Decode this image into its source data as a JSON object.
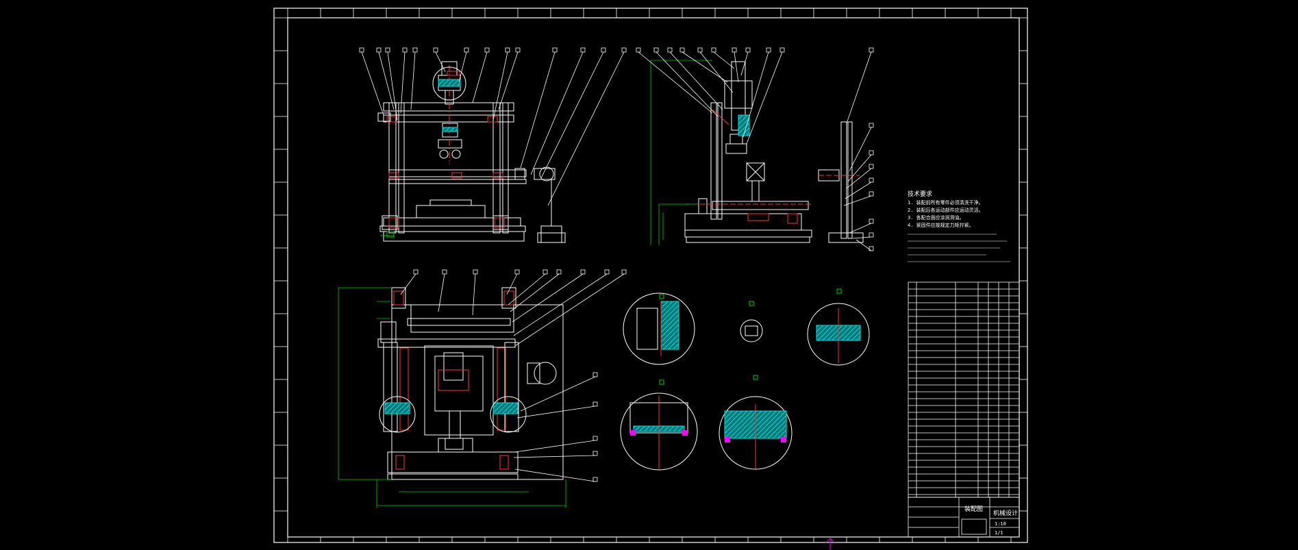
{
  "document": {
    "title": "机械手装配图",
    "tech_requirements": {
      "heading": "技术要求",
      "lines": [
        "1. 装配前所有零件必须清洗干净。",
        "2. 装配后各运动部件应运动灵活。",
        "3. 各配合面应涂润滑油。",
        "4. 紧固件应按规定力矩拧紧。"
      ]
    },
    "title_block": {
      "drawing_name": "装配图",
      "company": "机械设计",
      "scale": "1:10",
      "sheet": "1/1"
    }
  },
  "colors": {
    "background": "#000000",
    "line": "#ffffff",
    "hatch": "#00cccc",
    "hidden": "#ff3333",
    "dimension": "#00cc00",
    "center": "#cc0000",
    "accent": "#ff00ff"
  },
  "ui": {
    "cursor_icon": "crosshair-cursor-icon"
  }
}
